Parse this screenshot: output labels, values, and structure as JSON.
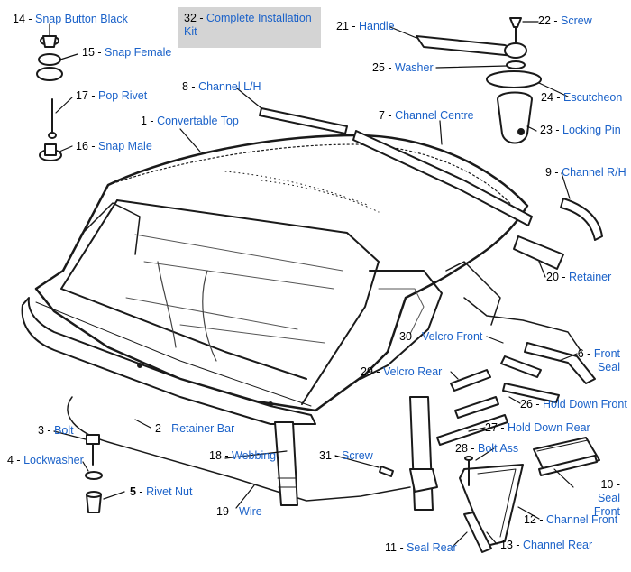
{
  "kit": {
    "num": "32",
    "text": "Complete Installation Kit"
  },
  "parts": [
    {
      "id": "p14",
      "num": "14",
      "text": "Snap Button Black"
    },
    {
      "id": "p15",
      "num": "15",
      "text": "Snap Female"
    },
    {
      "id": "p17",
      "num": "17",
      "text": "Pop Rivet"
    },
    {
      "id": "p16",
      "num": "16",
      "text": "Snap Male"
    },
    {
      "id": "p8",
      "num": "8",
      "text": "Channel L/H"
    },
    {
      "id": "p1",
      "num": "1",
      "text": "Convertable Top"
    },
    {
      "id": "p21",
      "num": "21",
      "text": "Handle"
    },
    {
      "id": "p22",
      "num": "22",
      "text": "Screw"
    },
    {
      "id": "p25",
      "num": "25",
      "text": "Washer"
    },
    {
      "id": "p24",
      "num": "24",
      "text": "Escutcheon"
    },
    {
      "id": "p7",
      "num": "7",
      "text": "Channel Centre"
    },
    {
      "id": "p23",
      "num": "23",
      "text": "Locking Pin"
    },
    {
      "id": "p9",
      "num": "9",
      "text": "Channel R/H"
    },
    {
      "id": "p20",
      "num": "20",
      "text": "Retainer"
    },
    {
      "id": "p30",
      "num": "30",
      "text": "Velcro Front"
    },
    {
      "id": "p6",
      "num": "6",
      "text": "Front Seal"
    },
    {
      "id": "p29",
      "num": "29",
      "text": "Velcro Rear"
    },
    {
      "id": "p26",
      "num": "26",
      "text": "Hold Down Front"
    },
    {
      "id": "p27",
      "num": "27",
      "text": "Hold Down Rear"
    },
    {
      "id": "p3",
      "num": "3",
      "text": "Bolt"
    },
    {
      "id": "p2",
      "num": "2",
      "text": "Retainer Bar"
    },
    {
      "id": "p28",
      "num": "28",
      "text": "Bolt Ass"
    },
    {
      "id": "p4",
      "num": "4",
      "text": "Lockwasher"
    },
    {
      "id": "p18",
      "num": "18",
      "text": "Webbing"
    },
    {
      "id": "p31",
      "num": "31",
      "text": "Screw"
    },
    {
      "id": "p10",
      "num": "10",
      "text": "Seal Front"
    },
    {
      "id": "p5",
      "num": "5",
      "text": "Rivet Nut"
    },
    {
      "id": "p19",
      "num": "19",
      "text": "Wire"
    },
    {
      "id": "p12",
      "num": "12",
      "text": "Channel Front"
    },
    {
      "id": "p13",
      "num": "13",
      "text": "Channel Rear"
    },
    {
      "id": "p11",
      "num": "11",
      "text": "Seal Rear"
    }
  ]
}
